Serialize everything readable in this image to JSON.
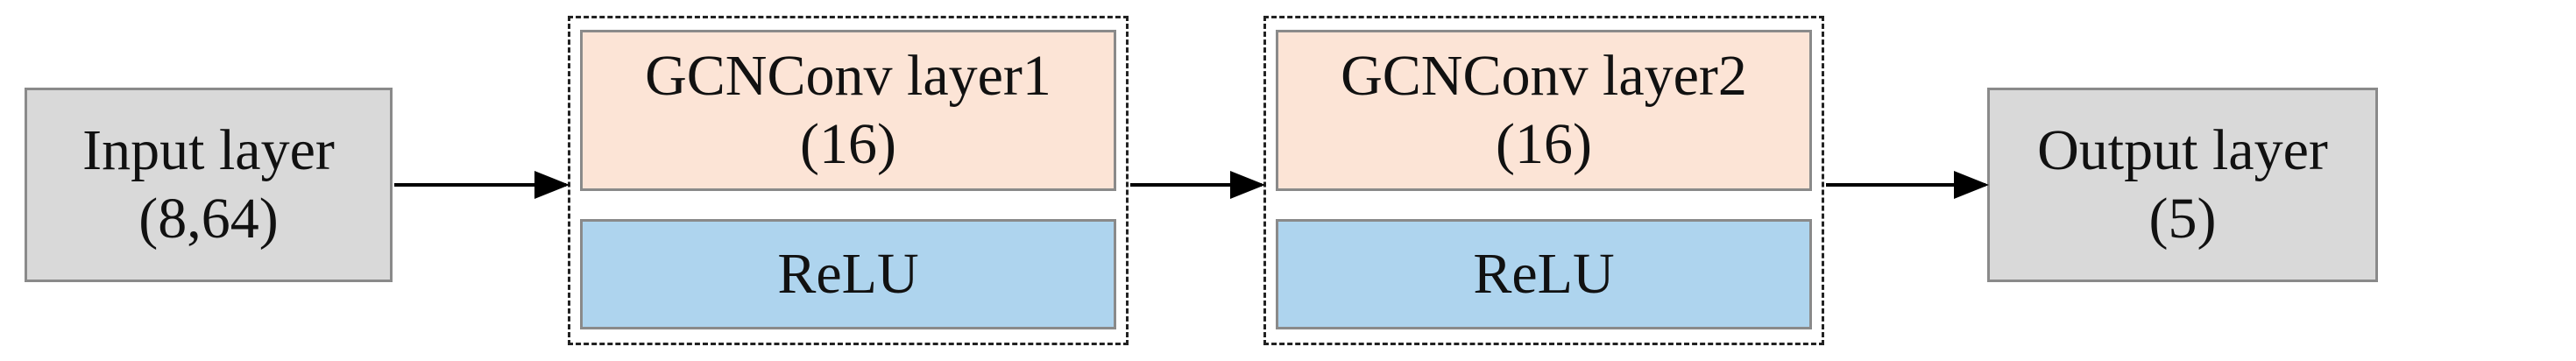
{
  "nodes": {
    "input": {
      "line1": "Input layer",
      "line2": "(8,64)"
    },
    "block1": {
      "conv_line1": "GCNConv layer1",
      "conv_line2": "(16)",
      "activation": "ReLU"
    },
    "block2": {
      "conv_line1": "GCNConv layer2",
      "conv_line2": "(16)",
      "activation": "ReLU"
    },
    "output": {
      "line1": "Output layer",
      "line2": "(5)"
    }
  },
  "edges": [
    {
      "from": "input",
      "to": "block1"
    },
    {
      "from": "block1",
      "to": "block2"
    },
    {
      "from": "block2",
      "to": "output"
    }
  ],
  "colors": {
    "io_fill": "#d9d9d9",
    "conv_fill": "#fce4d6",
    "relu_fill": "#aed4ee",
    "arrow": "#000000"
  }
}
